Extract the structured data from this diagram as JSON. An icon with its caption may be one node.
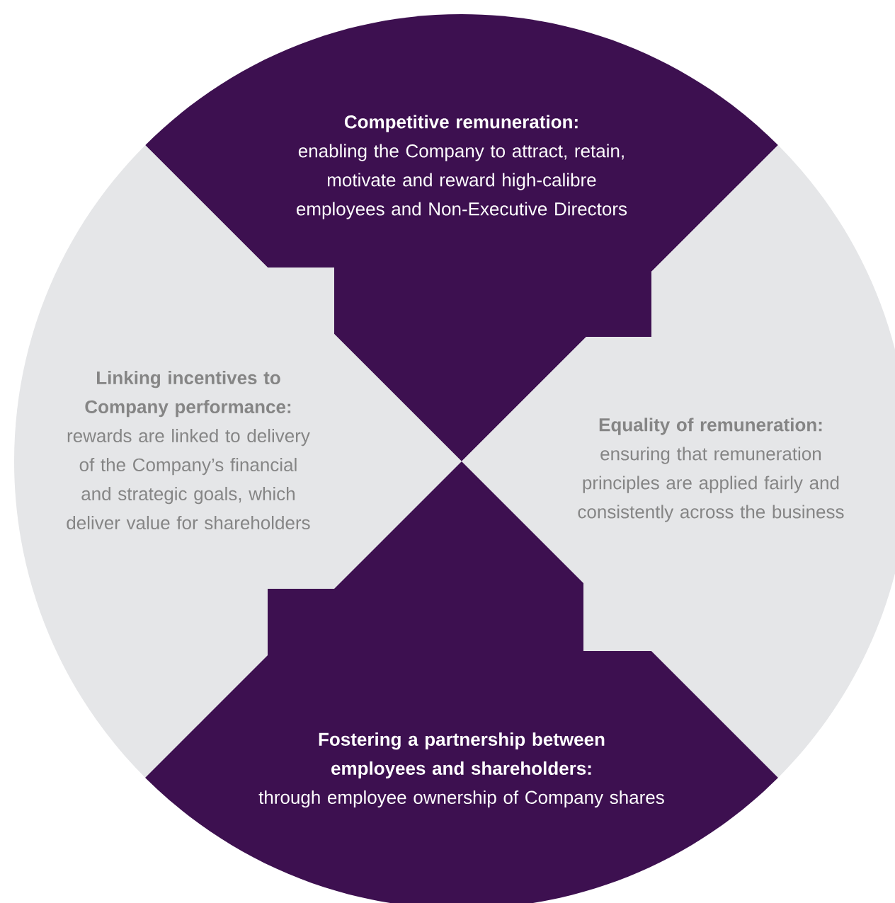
{
  "diagram": {
    "nodes": [
      {
        "text": [
          "Competitive remuneration:",
          "enabling the Company to attract, retain, motivate and reward high-calibre employees and Non-Executive Directors"
        ]
      },
      {
        "text": [
          "Linking incentives to Company performance:",
          "rewards are linked to delivery of the Company’s financial and strategic goals, which deliver value for shareholders"
        ]
      },
      {
        "text": [
          "Equality of remuneration:",
          "ensuring that remuneration principles are applied fairly and consistently across the business"
        ]
      },
      {
        "text": [
          "Fostering a partnership between employees and shareholders:",
          "through employee ownership of Company shares"
        ]
      }
    ]
  }
}
